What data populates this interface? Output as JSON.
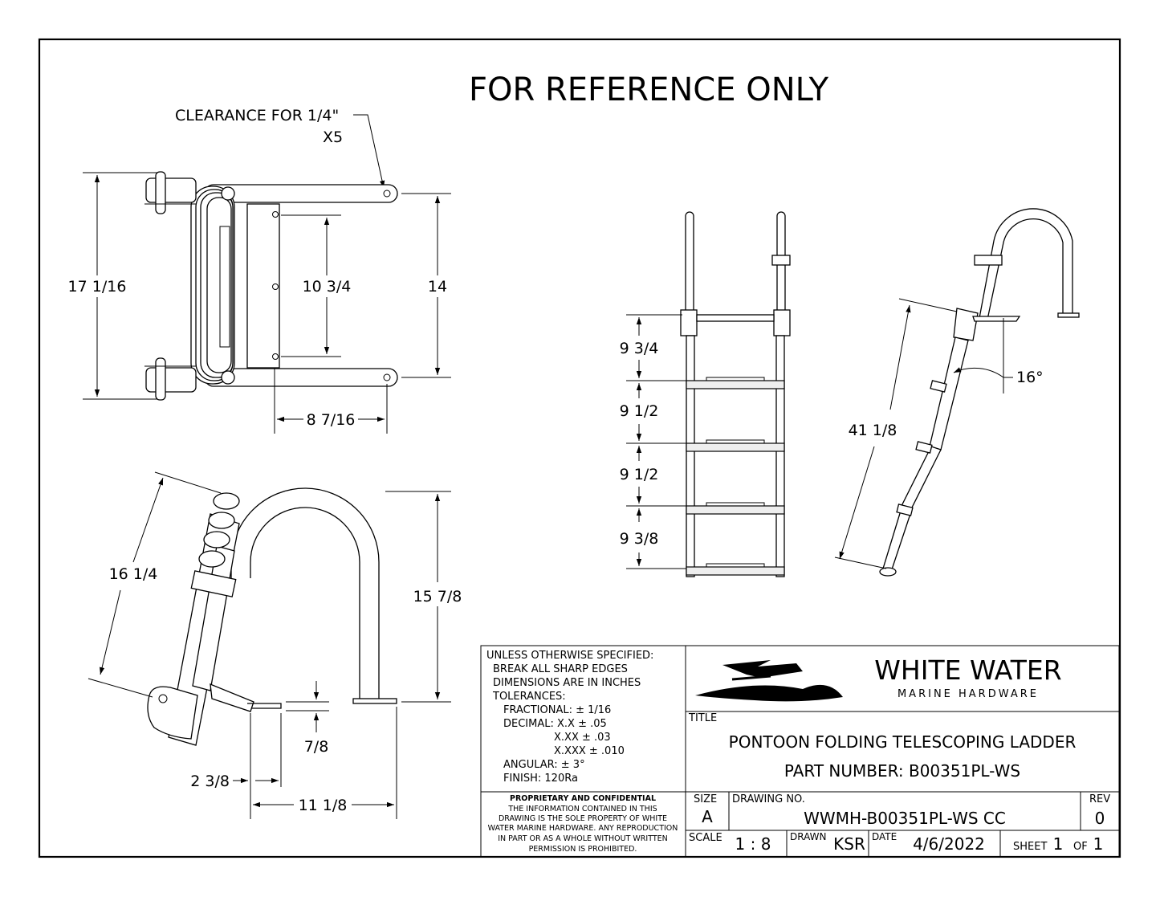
{
  "header": {
    "title": "FOR REFERENCE ONLY"
  },
  "callouts": {
    "clearance_line1": "CLEARANCE FOR 1/4\"",
    "clearance_line2": "X5"
  },
  "dimensions": {
    "top_overall": "17 1/16",
    "top_holes": "10 3/4",
    "top_span": "14",
    "top_width": "8 7/16",
    "side_length": "16 1/4",
    "side_height": "15 7/8",
    "side_foot": "7/8",
    "side_offset": "2 3/8",
    "side_reach": "11 1/8",
    "step1": "9 3/4",
    "step2": "9 1/2",
    "step3": "9 1/2",
    "step4": "9 3/8",
    "length_extended": "41 1/8",
    "angle": "16°"
  },
  "notes": {
    "lines": [
      "UNLESS OTHERWISE SPECIFIED:",
      "BREAK ALL SHARP EDGES",
      "DIMENSIONS ARE IN INCHES",
      "TOLERANCES:",
      "FRACTIONAL: ± 1/16",
      "DECIMAL: X.X ± .05",
      "X.XX ± .03",
      "X.XXX ± .010",
      "ANGULAR: ± 3°",
      "FINISH: 120Ra"
    ],
    "proprietary_title": "PROPRIETARY AND CONFIDENTIAL",
    "proprietary_lines": [
      "THE INFORMATION CONTAINED IN THIS",
      "DRAWING IS THE SOLE PROPERTY OF WHITE",
      "WATER MARINE HARDWARE. ANY REPRODUCTION",
      "IN PART OR AS A WHOLE WITHOUT WRITTEN",
      "PERMISSION IS PROHIBITED."
    ]
  },
  "company": {
    "name": "WHITE WATER",
    "tagline": "MARINE HARDWARE"
  },
  "title_block": {
    "title_label": "TITLE",
    "title": "PONTOON FOLDING TELESCOPING LADDER",
    "part_number": "PART NUMBER: B00351PL-WS",
    "size_label": "SIZE",
    "size": "A",
    "drawing_no_label": "DRAWING NO.",
    "drawing_no": "WWMH-B00351PL-WS CC",
    "rev_label": "REV",
    "rev": "0",
    "scale_label": "SCALE",
    "scale": "1 : 8",
    "drawn_label": "DRAWN",
    "drawn": "KSR",
    "date_label": "DATE",
    "date": "4/6/2022",
    "sheet_label": "SHEET",
    "sheet": "1",
    "of_label": "OF",
    "sheet_total": "1"
  }
}
